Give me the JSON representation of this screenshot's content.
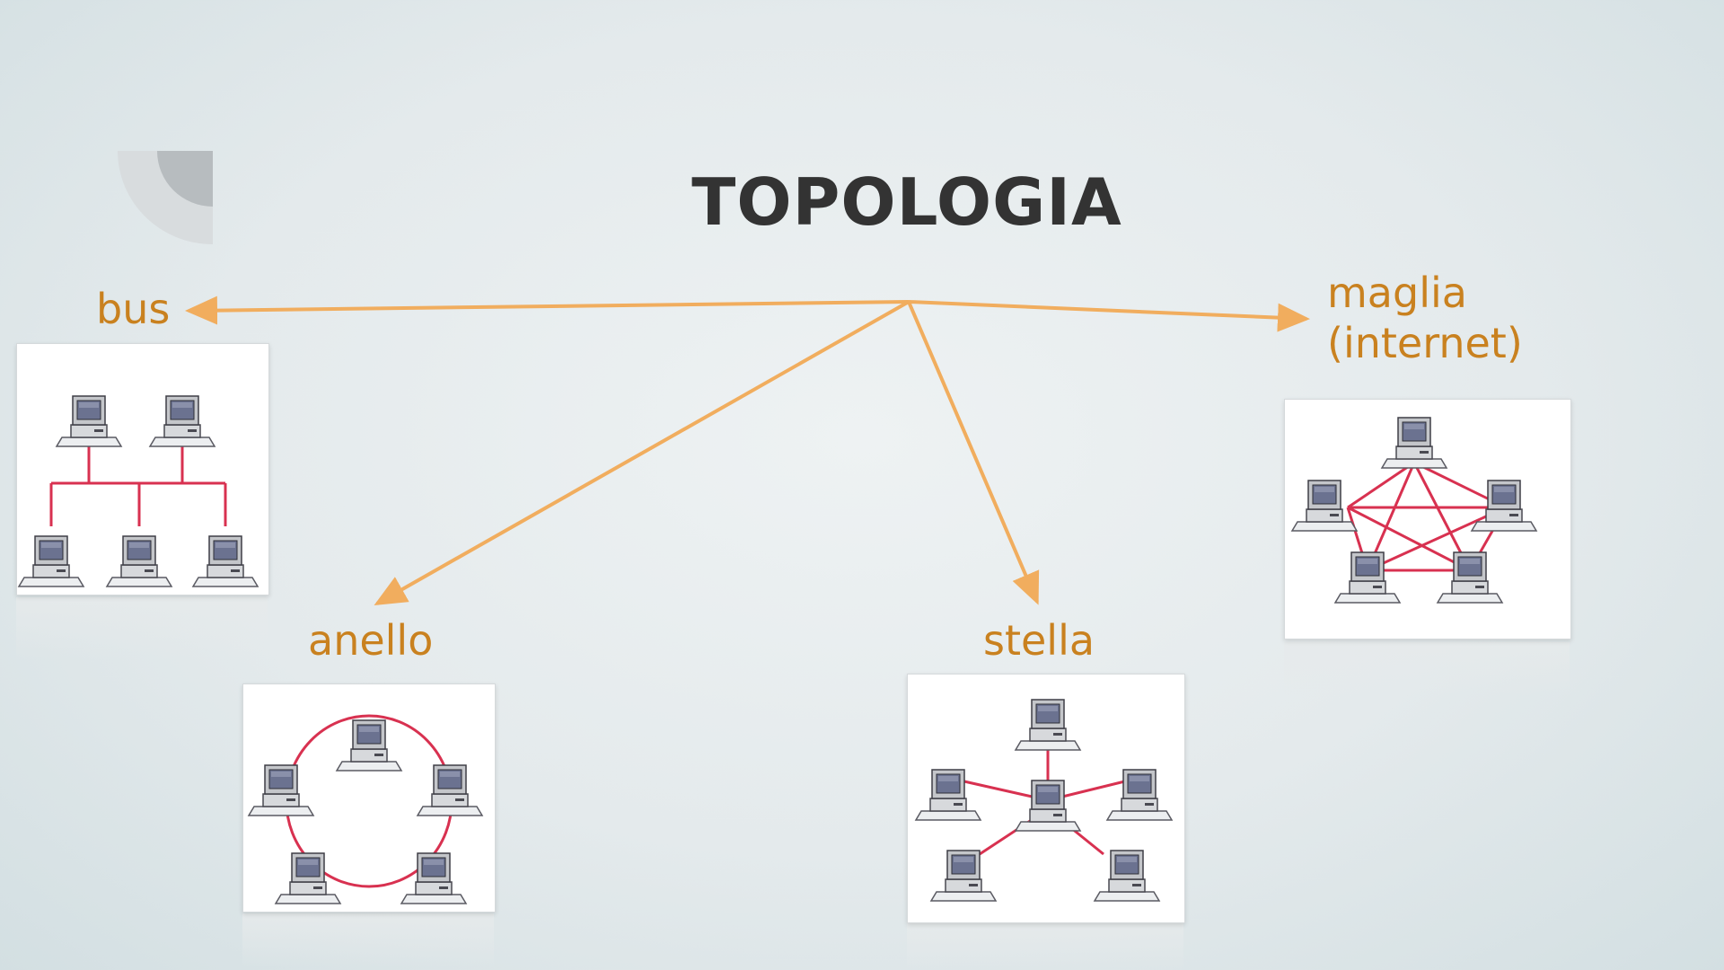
{
  "slide": {
    "title": "TOPOLOGIA"
  },
  "diagram": {
    "branches": [
      {
        "id": "bus",
        "label": "bus"
      },
      {
        "id": "anello",
        "label": "anello"
      },
      {
        "id": "stella",
        "label": "stella"
      },
      {
        "id": "maglia",
        "label_lines": [
          "maglia",
          "(internet)"
        ]
      }
    ]
  },
  "colors": {
    "title": "#333333",
    "label": "#c9811f",
    "arrow": "#f1ad5e",
    "link": "#d83150",
    "decoration": "#b7bcbf"
  },
  "icons": {
    "node": "computer-icon"
  }
}
